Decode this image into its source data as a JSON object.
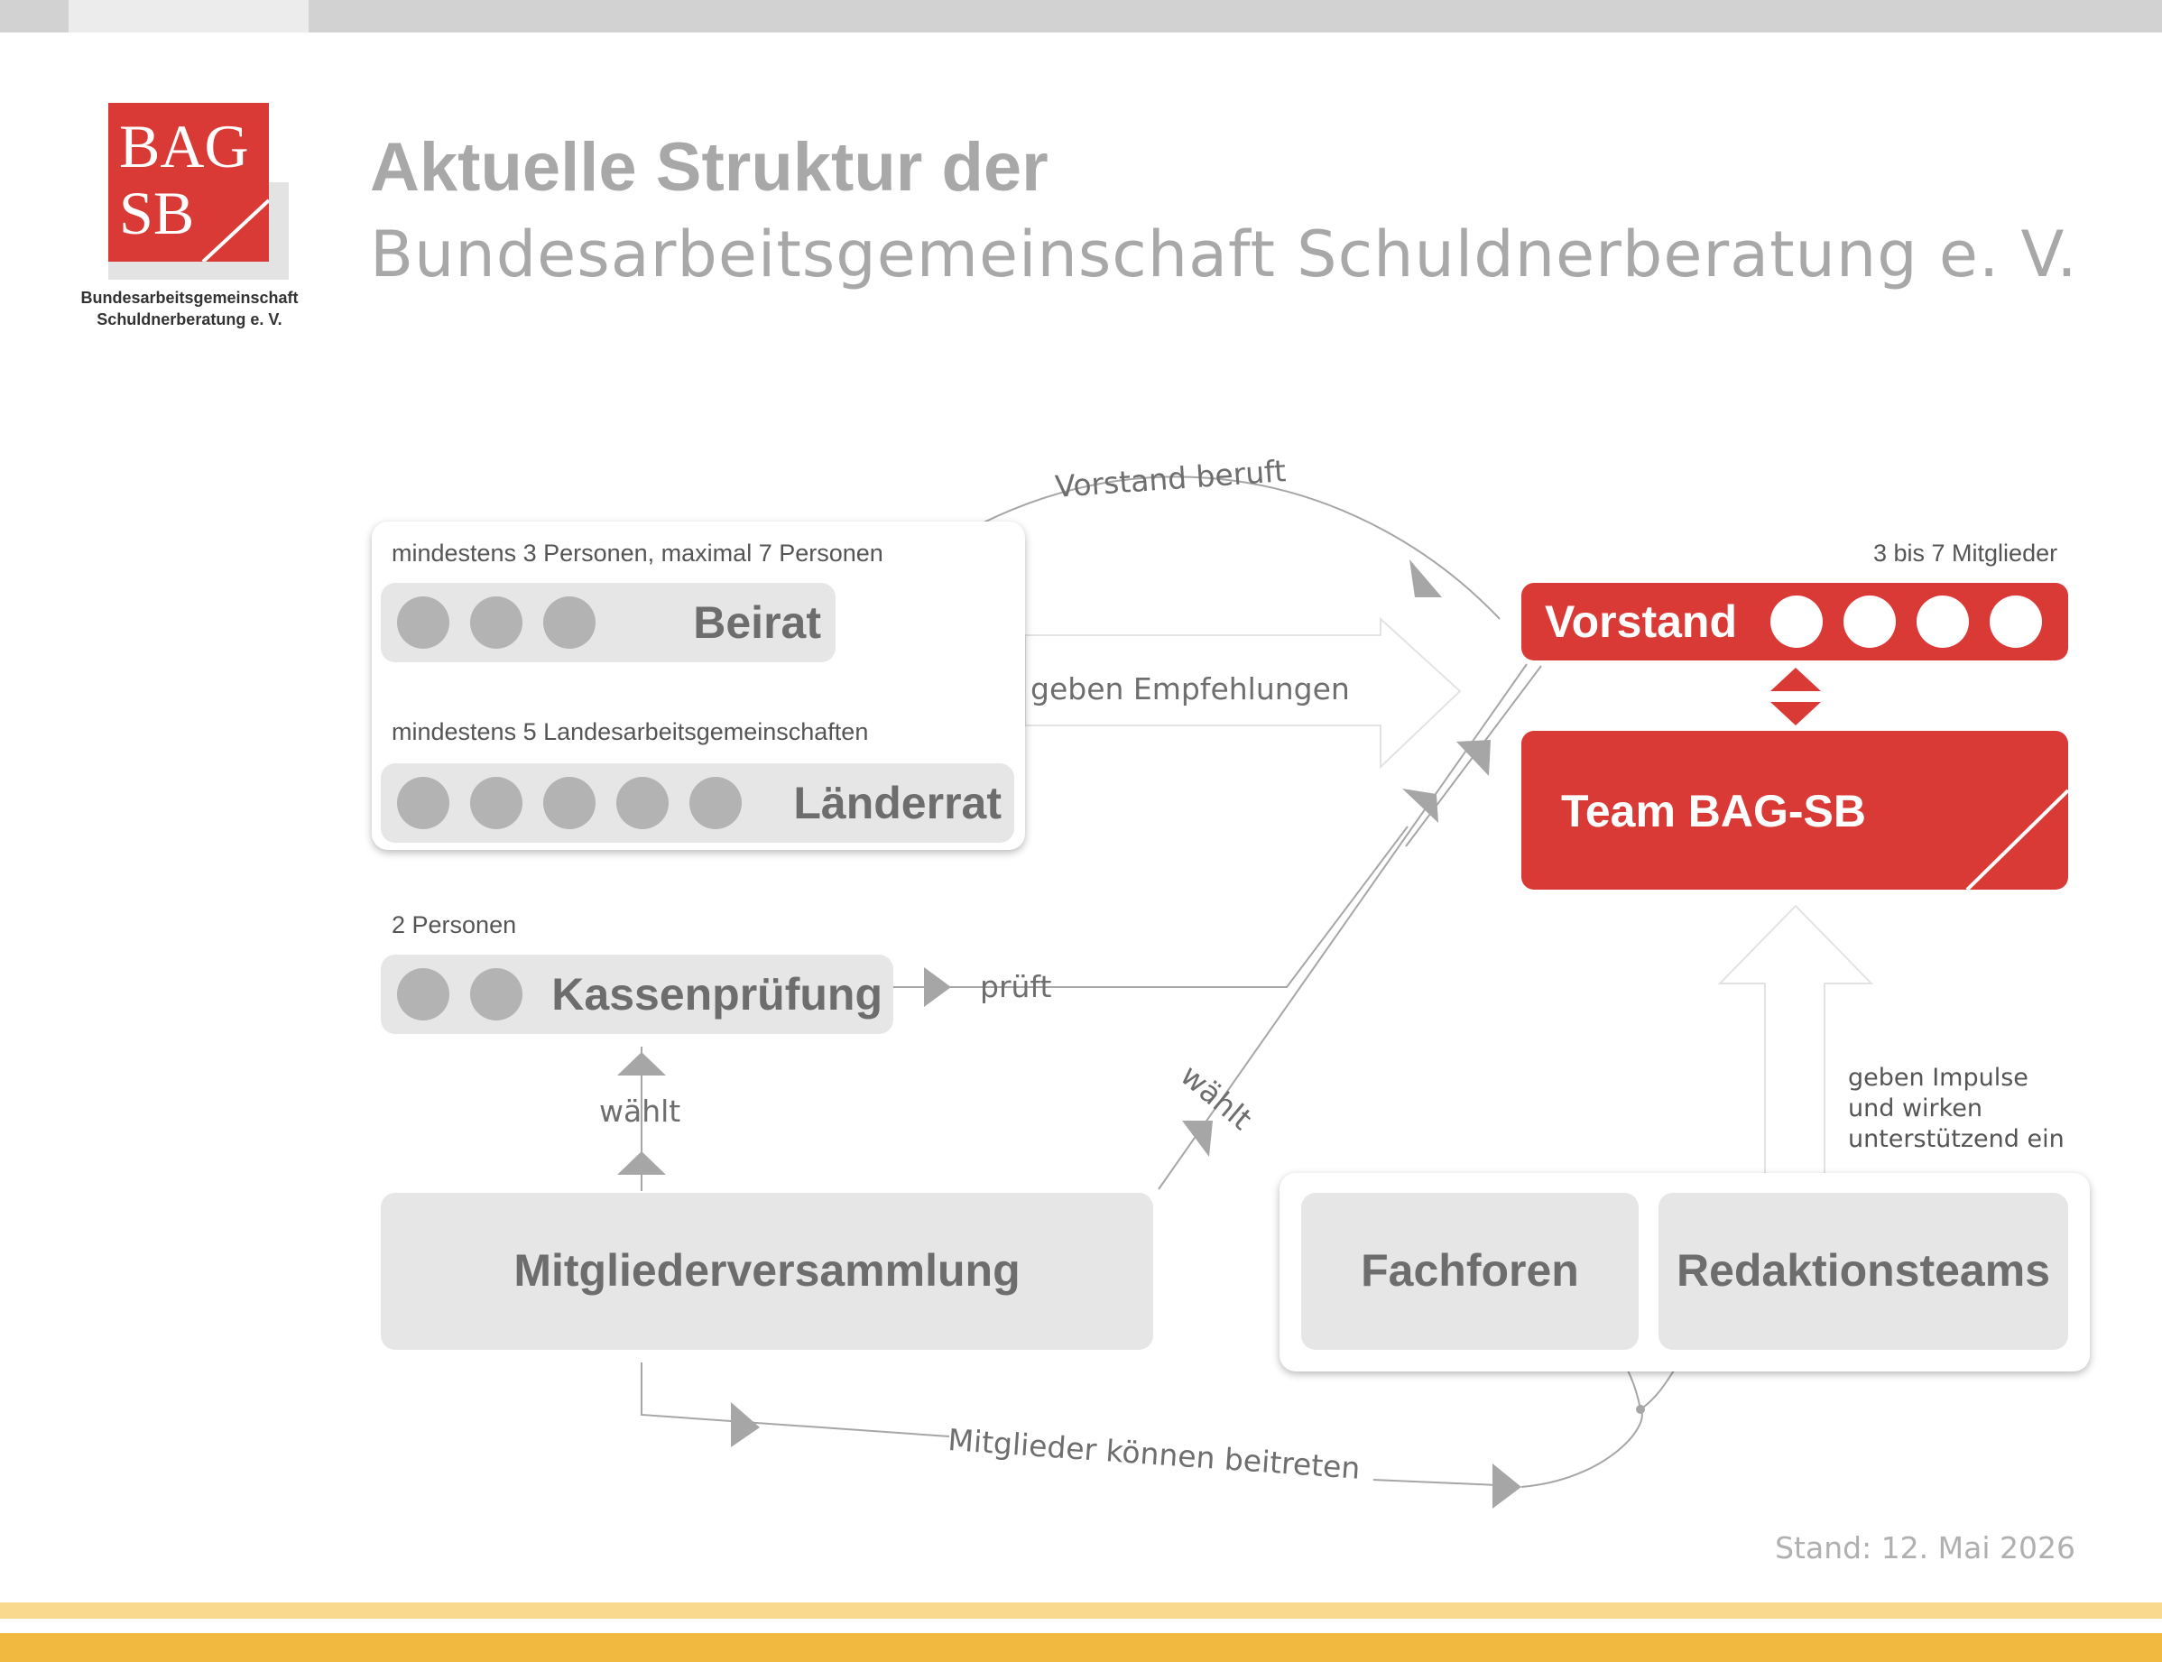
{
  "logo": {
    "line1": "BAG",
    "line2": "SB",
    "caption_line1": "Bundesarbeitsgemeinschaft",
    "caption_line2": "Schuldnerberatung e. V."
  },
  "header": {
    "title_line1": "Aktuelle Struktur der",
    "title_line2": "Bundesarbeitsgemeinschaft Schuldnerberatung e. V."
  },
  "nodes": {
    "beirat": {
      "note": "mindestens 3 Personen, maximal 7 Personen",
      "label": "Beirat",
      "members": 3
    },
    "laenderrat": {
      "note": "mindestens 5 Landesarbeitsgemeinschaften",
      "label": "Länderrat",
      "members": 5
    },
    "kassenpruefung": {
      "note": "2 Personen",
      "label": "Kassenprüfung",
      "members": 2
    },
    "mitgliederversammlung": {
      "label": "Mitgliederversammlung"
    },
    "vorstand": {
      "note": "3 bis 7 Mitglieder",
      "label": "Vorstand",
      "members": 4
    },
    "team": {
      "label": "Team BAG-SB"
    },
    "fachforen": {
      "label": "Fachforen"
    },
    "redaktionsteams": {
      "label": "Redaktionsteams"
    }
  },
  "edges": {
    "vorstand_beruft": "Vorstand beruft",
    "geben_empfehlungen": "geben Empfehlungen",
    "prueft": "prüft",
    "waehlt_kasse": "wählt",
    "waehlt_vorstand": "wählt",
    "mitglieder_beitreten": "Mitglieder können beitreten",
    "impulse_line1": "geben Impulse",
    "impulse_line2": "und wirken",
    "impulse_line3": "unterstützend ein"
  },
  "footer": {
    "stand": "Stand: 12. Mai 2026"
  },
  "colors": {
    "brand_red": "#da3a36",
    "box_grey": "#e6e6e7",
    "dot_grey": "#b3b3b3",
    "line_grey": "#a6a6a6",
    "title_grey": "#a8a8a8",
    "stripe_light": "#f8d98e",
    "stripe_dark": "#f1b940"
  }
}
